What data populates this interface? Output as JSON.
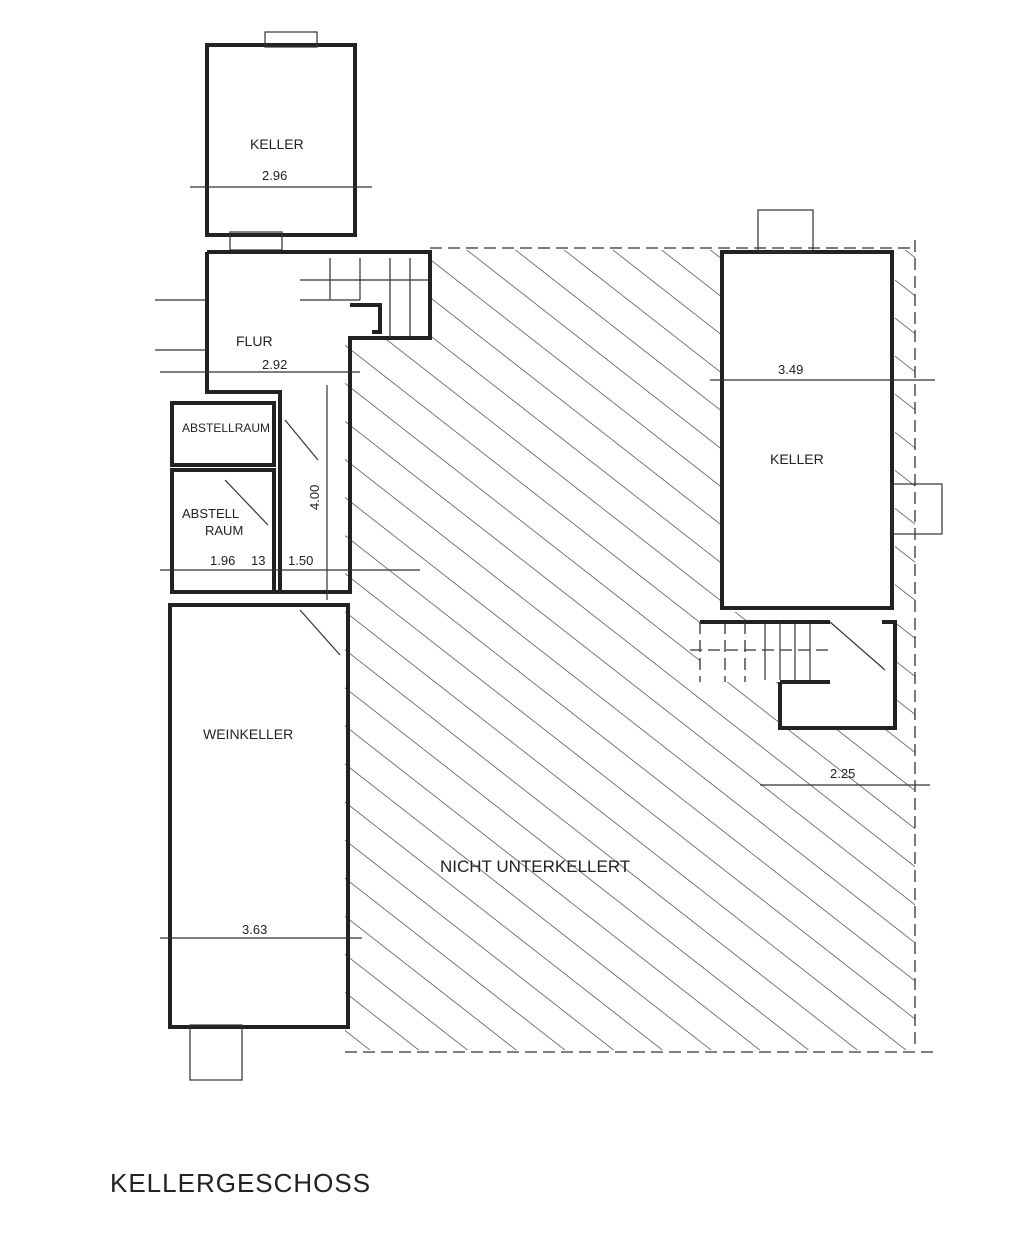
{
  "title": "KELLERGESCHOSS",
  "rooms": {
    "keller_top": "KELLER",
    "flur": "FLUR",
    "abstellraum_1": "ABSTELLRAUM",
    "abstell_2_line1": "ABSTELL",
    "abstell_2_line2": "RAUM",
    "weinkeller": "WEINKELLER",
    "keller_right": "KELLER",
    "nicht_unterkellert": "NICHT UNTERKELLERT"
  },
  "dimensions": {
    "keller_top_width": "2.96",
    "flur_width": "2.92",
    "abstell_width": "1.96",
    "wall_13": "13",
    "corridor_width": "1.50",
    "corridor_length": "4.00",
    "weinkeller_width": "3.63",
    "keller_right_width": "3.49",
    "stair_width": "2.25"
  }
}
